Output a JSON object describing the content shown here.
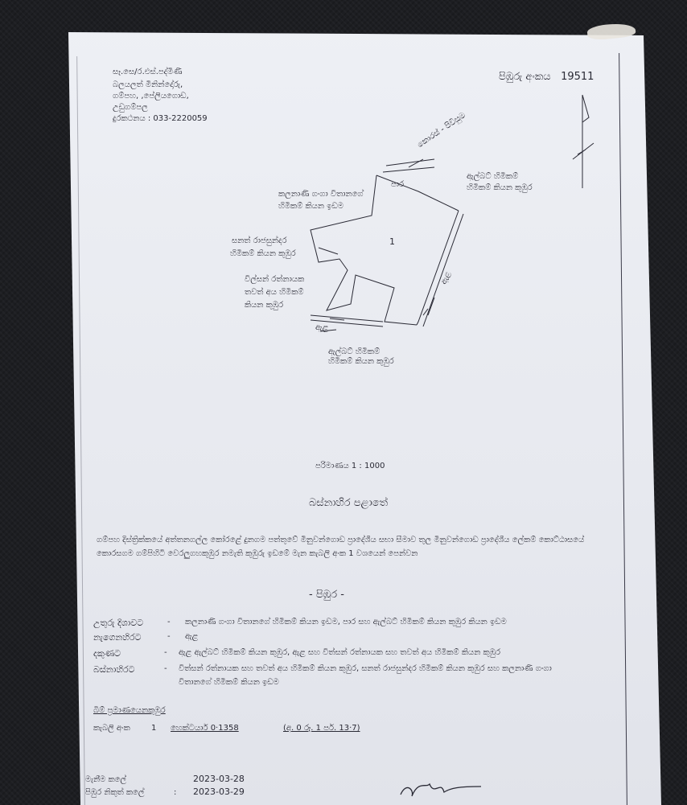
{
  "office": {
    "line1": "සෑ.සෙ/ර.එස්.පද්මිණී",
    "line2": "බලයලත් මිනින්දෝරු,",
    "line3": "ගම්පහ, ,පේලියගොඩ,",
    "line4": "උඩුගම්පල",
    "phone_label": "දුරකථනය",
    "phone": "033-2220059"
  },
  "plan_number_label": "පිඹුරු අංකය",
  "plan_number": "19511",
  "map_labels": {
    "nw_owner": "කලනාණි ගංගා විතානගේ",
    "nw_owner2": "හිමිකම් කියන ඉඩම",
    "north_road": "පාර",
    "north_road2": "කොරස් - පිවිසුම",
    "ne_owner": "ඇල්බට් හිමිකම්",
    "ne_owner2": "හිමිකම් කියන කුඹුර",
    "w_owner": "සනත් රාජසුන්දර",
    "w_owner2": "හිමිකම් කියන කුඹුර",
    "sw_owner": "විල්සන් රත්නායක",
    "sw_owner2": "තවත් අය හිමිකම්",
    "sw_owner3": "කියන කුඹුර",
    "lot": "1",
    "ela_east": "ඇළ",
    "ela_south": "ඇළ",
    "s_owner": "ඇල්බට් හිමිකම්",
    "s_owner2": "හිමිකම් කියන කුඹුර"
  },
  "scale": "පරිමාණය 1 : 1000",
  "province": "බස්නාහිර පළාතේ",
  "description_line1": "ගම්පහ දිස්ත්‍රික්කයේ අත්තනගල්ල කෝරළේ දුනගම පත්තුවේ මිනුවන්ගොඩ ප්‍රාදේශීය සභා සීමාව තුල මිනුවන්ගොඩ ප්‍රාදේශීය ලේකම් කොට්ඨාසයේ",
  "description_line2": "කොරසගම ගම්පිහිටි වෙරලුගහකුඹුර නමැති කුඹුරු ඉඩමේ මැන කැබලි අංක 1 වශයෙන් පෙන්වන",
  "heading": "- පිඹුර -",
  "boundaries": {
    "north_label": "උතුරු දිශාවට",
    "north": "කලනාණි ගංගා විතානගේ හිමිකම් කියන ඉඩම, පාර සහ ඇල්බට් හිමිකම් කියන කුඹුර කියන ඉඩම",
    "east_label": "නැගෙනහිරට",
    "east": "ඇළ",
    "south_label": "දකුණට",
    "south": "ඇළ ඇල්බට් හිමිකම් කියන කුඹුර, ඇළ සහ විත්සන් රත්නායක සහ තවත් අය හිමිකම් කියන කුඹුර",
    "west_label": "බස්නාහිරට",
    "west_1": "විත්සන් රත්නායක සහ තවත් අය හිමිකම් කියන කුඹුර, සනත් රාජසුන්දර හිමිකම් කියන කුඹුර සහ කලනාණි ගංගා",
    "west_2": "විතානගේ හිමිකම් කියන ඉඩම"
  },
  "extent_heading": "බිම් ප්‍රමාණයෙනකුඹුර",
  "extent_label": "කැබලි අංක",
  "extent_lot": "1",
  "extent_hectares": "හෙක්ටයාර් 0·1358",
  "extent_arp": "(අ. 0  රූ. 1  පර්. 13·7)",
  "survey_date_label": "මැනීම කලේ",
  "survey_date": "2023-03-28",
  "plan_date_label": "පිඹුර නිකුත් කලේ",
  "plan_date": "2023-03-29",
  "signature": "sign",
  "colors": {
    "ink": "#2a2a35",
    "paper": "#eceef3",
    "background": "#1d1e22"
  },
  "icons": [
    "north-arrow-icon",
    "signature-icon"
  ]
}
